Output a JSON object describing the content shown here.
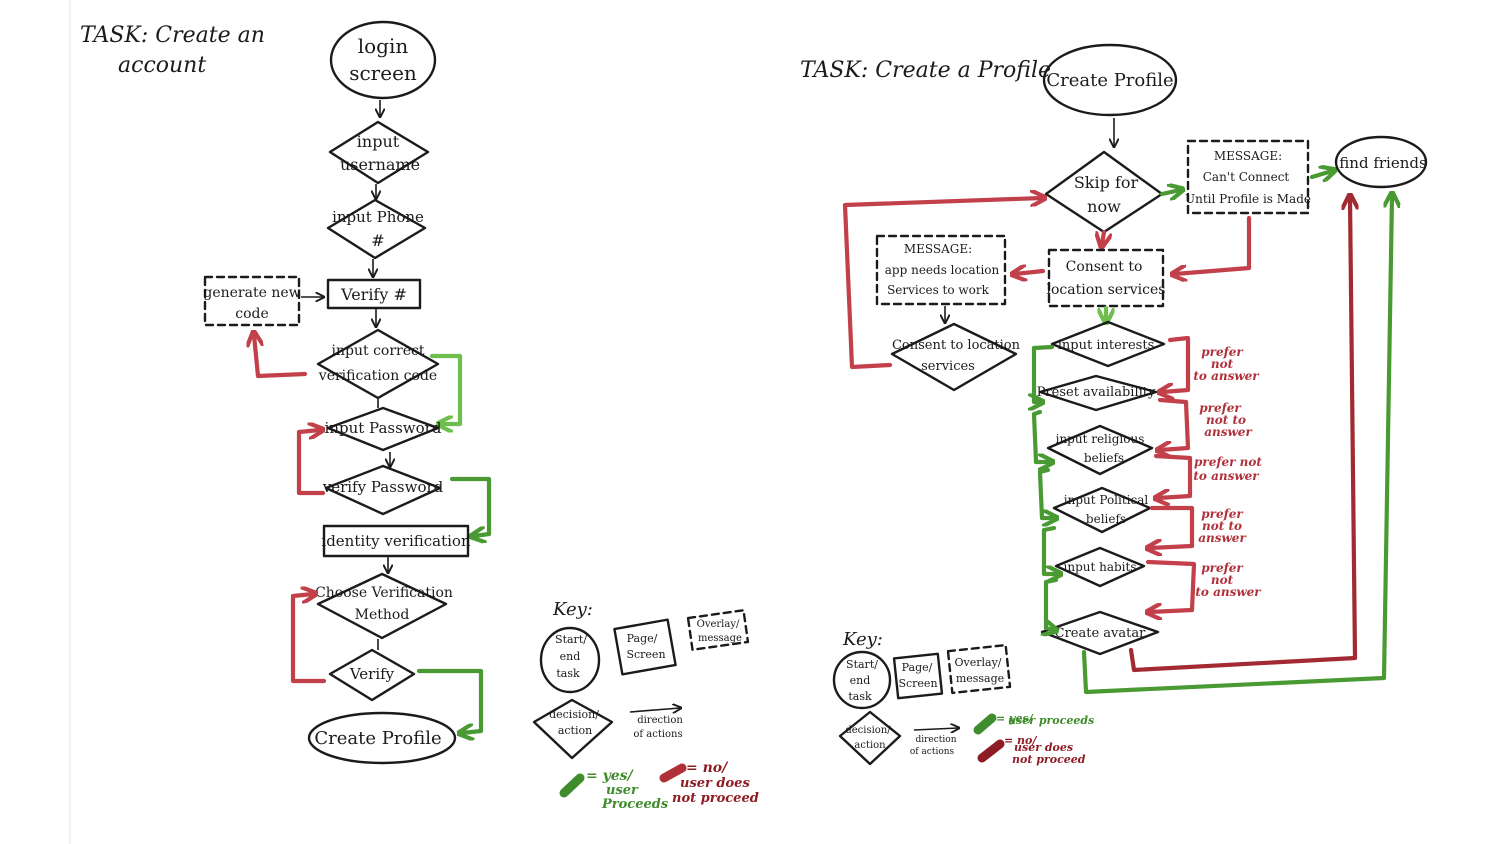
{
  "left": {
    "title_line1": "TASK: Create an",
    "title_line2": "account",
    "login_l1": "login",
    "login_l2": "screen",
    "username_l1": "input",
    "username_l2": "username",
    "phone_l1": "input Phone",
    "phone_l2": "#",
    "verify_num": "Verify #",
    "gen_l1": "generate new",
    "gen_l2": "code",
    "correct_l1": "input correct",
    "correct_l2": "verification code",
    "password": "input Password",
    "verify_password": "verify Password",
    "identity": "identity verification",
    "choose_l1": "Choose Verification",
    "choose_l2": "Method",
    "verify": "Verify",
    "create_profile": "Create Profile"
  },
  "right": {
    "title": "TASK: Create a Profile",
    "create_profile": "Create Profile",
    "skip_l1": "Skip for",
    "skip_l2": "now",
    "msg1_l1": "MESSAGE:",
    "msg1_l2": "Can't Connect",
    "msg1_l3": "Until Profile is Made",
    "find_friends": "find friends",
    "msg2_l1": "MESSAGE:",
    "msg2_l2": "app needs location",
    "msg2_l3": "Services to work",
    "consent_l1": "Consent to",
    "consent_l2": "location services",
    "consent2_l1": "Consent to location",
    "consent2_l2": "services",
    "interests": "input interests",
    "availability": "Preset availability",
    "religious_l1": "input religious",
    "religious_l2": "beliefs",
    "political_l1": "input Political",
    "political_l2": "beliefs",
    "habits": "input habits",
    "avatar": "Create avatar",
    "pref1": [
      "prefer",
      "not",
      "to answer"
    ],
    "pref2": [
      "prefer",
      "not to",
      "answer"
    ],
    "pref3": [
      "prefer not",
      "to answer"
    ],
    "pref4": [
      "prefer",
      "not to",
      "answer"
    ],
    "pref5": [
      "prefer",
      "not",
      "to answer"
    ]
  },
  "key_left": {
    "title": "Key:",
    "start_l1": "Start/",
    "start_l2": "end",
    "start_l3": "task",
    "page_l1": "Page/",
    "page_l2": "Screen",
    "overlay_l1": "Overlay/",
    "overlay_l2": "message",
    "decision_l1": "decision/",
    "decision_l2": "action",
    "direction_l1": "direction",
    "direction_l2": "of actions",
    "yes_l1": "= yes/",
    "yes_l2": "user",
    "yes_l3": "Proceeds",
    "no_l1": "= no/",
    "no_l2": "user does",
    "no_l3": "not proceed"
  },
  "key_right": {
    "title": "Key:",
    "start_l1": "Start/",
    "start_l2": "end",
    "start_l3": "task",
    "page_l1": "Page/",
    "page_l2": "Screen",
    "overlay_l1": "Overlay/",
    "overlay_l2": "message",
    "decision_l1": "decision/",
    "decision_l2": "action",
    "direction_l1": "direction",
    "direction_l2": "of actions",
    "yes_l1": "= yes/",
    "yes_l2": "user proceeds",
    "no_l1": "= no/",
    "no_l2": "user does",
    "no_l3": "not proceed"
  },
  "colors": {
    "ink": "#1b1b1b",
    "yes_green": "#4a9a34",
    "no_red": "#c2404a"
  }
}
